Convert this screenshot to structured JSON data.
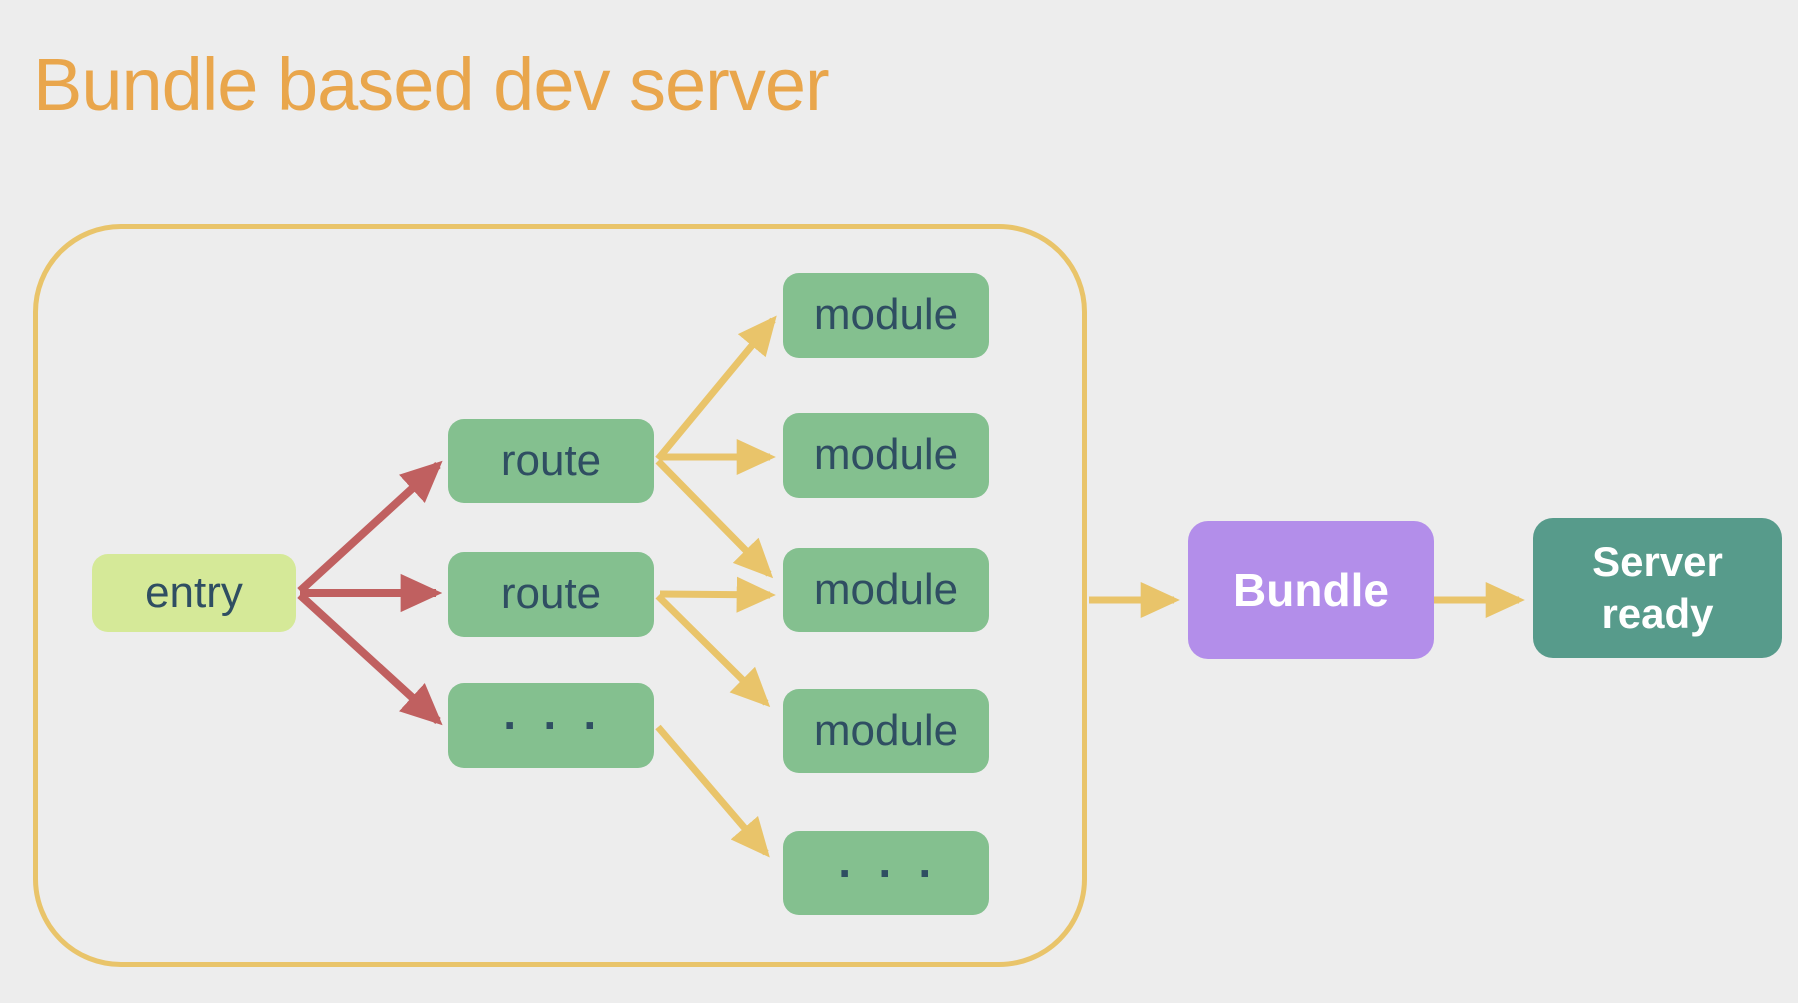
{
  "title": "Bundle based dev server",
  "colors": {
    "background": "#ededed",
    "title": "#e9a64c",
    "container_border": "#e9c46a",
    "yellow_arrow": "#e9c46a",
    "red_arrow": "#c06060",
    "entry_bg": "#d5e998",
    "node_bg": "#84c08f",
    "node_text": "#2f4e62",
    "bundle_bg": "#b38eea",
    "server_bg": "#579b8b",
    "light_text": "#ffffff"
  },
  "diagram": {
    "entry": {
      "label": "entry"
    },
    "routes": [
      {
        "label": "route"
      },
      {
        "label": "route"
      },
      {
        "label": "· · ·"
      }
    ],
    "modules": [
      {
        "label": "module"
      },
      {
        "label": "module"
      },
      {
        "label": "module"
      },
      {
        "label": "module"
      },
      {
        "label": "· · ·"
      }
    ],
    "bundle": {
      "label": "Bundle"
    },
    "server": {
      "label": "Server\nready"
    },
    "connections": [
      {
        "from": "entry",
        "to": "route-1",
        "color": "red"
      },
      {
        "from": "entry",
        "to": "route-2",
        "color": "red"
      },
      {
        "from": "entry",
        "to": "route-3",
        "color": "red"
      },
      {
        "from": "route-1",
        "to": "module-1",
        "color": "yellow"
      },
      {
        "from": "route-1",
        "to": "module-2",
        "color": "yellow"
      },
      {
        "from": "route-1",
        "to": "module-3",
        "color": "yellow"
      },
      {
        "from": "route-2",
        "to": "module-3",
        "color": "yellow"
      },
      {
        "from": "route-2",
        "to": "module-4",
        "color": "yellow"
      },
      {
        "from": "route-3",
        "to": "module-5",
        "color": "yellow"
      },
      {
        "from": "group-box",
        "to": "bundle",
        "color": "yellow"
      },
      {
        "from": "bundle",
        "to": "server-ready",
        "color": "yellow"
      }
    ]
  }
}
